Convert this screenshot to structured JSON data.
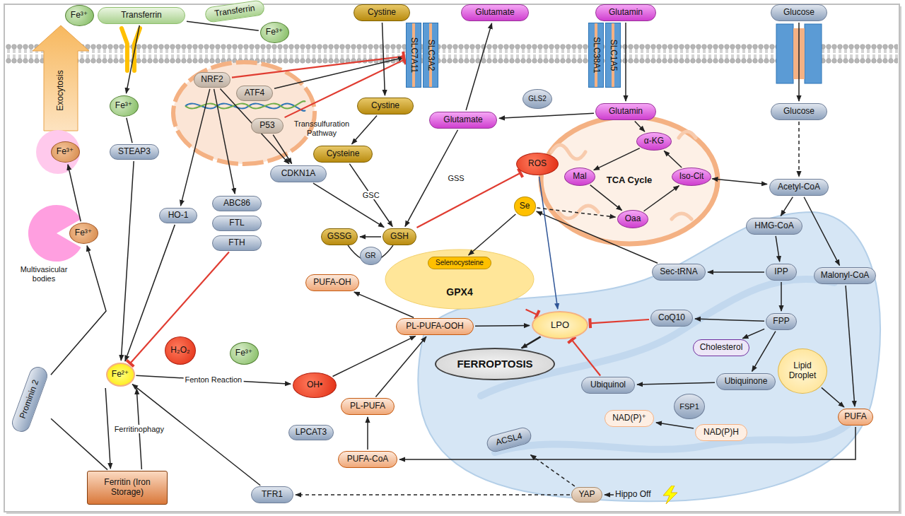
{
  "diagram": {
    "nodes": [
      {
        "text": [
          "Fe³⁺"
        ]
      },
      {
        "text": [
          "Transferrin"
        ]
      },
      {
        "text": [
          "Transferrin"
        ]
      },
      {
        "text": [
          "Fe³⁺"
        ]
      },
      {
        "text": [
          "Fe³⁺"
        ]
      },
      {
        "text": [
          "STEAP3"
        ]
      },
      {
        "text": [
          "NRF2"
        ]
      },
      {
        "text": [
          "ATF4"
        ]
      },
      {
        "text": [
          "P53"
        ]
      },
      {
        "text": [
          "HO-1"
        ]
      },
      {
        "text": [
          "ABC86"
        ]
      },
      {
        "text": [
          "FTL"
        ]
      },
      {
        "text": [
          "FTH"
        ]
      },
      {
        "text": [
          "CDKN1A"
        ]
      },
      {
        "text": [
          "Fe²⁺"
        ]
      },
      {
        "text": [
          "H₂O₂"
        ]
      },
      {
        "text": [
          "Fe³⁺"
        ]
      },
      {
        "text": [
          "OH•"
        ]
      },
      {
        "text": [
          "Ferritin (Iron Storage)"
        ]
      },
      {
        "text": [
          "Prominin 2"
        ]
      },
      {
        "text": [
          "Fe³⁺"
        ]
      },
      {
        "text": [
          "Fe³⁺"
        ]
      },
      {
        "text": [
          "TFR1"
        ]
      },
      {
        "text": [
          "Cystine"
        ]
      },
      {
        "text": [
          "Glutamate"
        ]
      },
      {
        "text": [
          "SLC7A11"
        ]
      },
      {
        "text": [
          "SLC3A2"
        ]
      },
      {
        "text": [
          "Cystine"
        ]
      },
      {
        "text": [
          "Cysteine"
        ]
      },
      {
        "text": [
          "Glutamate"
        ]
      },
      {
        "text": [
          "Glutamin"
        ]
      },
      {
        "text": [
          "SLC38A1"
        ]
      },
      {
        "text": [
          "SLC1A5"
        ]
      },
      {
        "text": [
          "Glutamin"
        ]
      },
      {
        "text": [
          "GLS2"
        ]
      },
      {
        "text": [
          "Glucose"
        ]
      },
      {
        "text": [
          "Glucose"
        ]
      },
      {
        "text": [
          "TCA Cycle"
        ]
      },
      {
        "text": [
          "α-KG"
        ],
        "in": 37
      },
      {
        "text": [
          "Mal"
        ],
        "in": 37
      },
      {
        "text": [
          "Oaa"
        ],
        "in": 37
      },
      {
        "text": [
          "Iso-Cit"
        ],
        "in": 37
      },
      {
        "text": [
          "ROS"
        ]
      },
      {
        "text": [
          "Se"
        ]
      },
      {
        "text": [
          "GR"
        ]
      },
      {
        "text": [
          "GSSG"
        ]
      },
      {
        "text": [
          "GSH"
        ]
      },
      {
        "text": [
          "GPX4"
        ]
      },
      {
        "text": [
          "Selenocysteine"
        ],
        "in": 47
      },
      {
        "text": [
          "PUFA-OH"
        ]
      },
      {
        "text": [
          "PL-PUFA-OOH"
        ]
      },
      {
        "text": [
          "LPO"
        ]
      },
      {
        "text": [
          "FERROPTOSIS"
        ]
      },
      {
        "text": [
          "PL-PUFA"
        ]
      },
      {
        "text": [
          "LPCAT3"
        ]
      },
      {
        "text": [
          "PUFA-CoA"
        ]
      },
      {
        "text": [
          "ACSL4"
        ]
      },
      {
        "text": [
          "YAP"
        ]
      },
      {
        "text": [
          "Hippo Off"
        ]
      },
      {
        "text": [
          "Acetyl-CoA"
        ]
      },
      {
        "text": [
          "HMG-CoA"
        ]
      },
      {
        "text": [
          "IPP"
        ]
      },
      {
        "text": [
          "Sec-tRNA"
        ]
      },
      {
        "text": [
          "FPP"
        ]
      },
      {
        "text": [
          "CoQ10"
        ]
      },
      {
        "text": [
          "Cholesterol"
        ]
      },
      {
        "text": [
          "Ubiquinone"
        ]
      },
      {
        "text": [
          "Ubiquinol"
        ]
      },
      {
        "text": [
          "FSP1"
        ]
      },
      {
        "text": [
          "NAD(P)⁺"
        ]
      },
      {
        "text": [
          "NAD(P)H"
        ]
      },
      {
        "text": [
          "Malonyl-CoA"
        ]
      },
      {
        "text": [
          "Lipid Droplet"
        ]
      },
      {
        "text": [
          "PUFA"
        ]
      }
    ],
    "edges": [
      {
        "from": 3,
        "to": 1,
        "arrow": "none"
      },
      {
        "from": 1,
        "to": 4,
        "arrow": "to"
      },
      {
        "from": 4,
        "to": 5,
        "arrow": "none"
      },
      {
        "from": 5,
        "to": 14,
        "arrow": "to"
      },
      {
        "from": 9,
        "to": 14,
        "arrow": "to"
      },
      {
        "from": 6,
        "to": 9,
        "arrow": "to"
      },
      {
        "from": 6,
        "to": 10,
        "arrow": "to"
      },
      {
        "from": 6,
        "to": 13,
        "arrow": "to"
      },
      {
        "from": 8,
        "to": 13,
        "arrow": "to"
      },
      {
        "from": 6,
        "to": 25,
        "arrow": "to"
      },
      {
        "from": 7,
        "to": 25,
        "arrow": "to"
      },
      {
        "from": 8,
        "to": 25,
        "arrow": "to"
      },
      {
        "from": 12,
        "to": 14,
        "arrow": "to"
      },
      {
        "from": 14,
        "to": 18,
        "arrow": "to"
      },
      {
        "from": 18,
        "to": 14,
        "arrow": "to",
        "label": "Ferritinophagy"
      },
      {
        "from": 18,
        "to": 19,
        "arrow": "none"
      },
      {
        "from": 19,
        "to": 20,
        "arrow": "to"
      },
      {
        "from": 20,
        "to": 21,
        "arrow": "to"
      },
      {
        "from": 22,
        "to": 14,
        "arrow": "to"
      },
      {
        "from": 14,
        "to": 17,
        "arrow": "to",
        "label": "Fenton Reaction"
      },
      {
        "from": 17,
        "to": 50,
        "arrow": "to"
      },
      {
        "from": 23,
        "to": 27,
        "arrow": "to"
      },
      {
        "from": 29,
        "to": 24,
        "arrow": "to"
      },
      {
        "from": 27,
        "to": 28,
        "arrow": "to"
      },
      {
        "from": 28,
        "to": 46,
        "arrow": "to",
        "label": "GSC"
      },
      {
        "from": 29,
        "to": 46,
        "arrow": "to"
      },
      {
        "from": 13,
        "to": 46,
        "arrow": "to"
      },
      {
        "from": 30,
        "to": 33,
        "arrow": "to"
      },
      {
        "from": 33,
        "to": 29,
        "arrow": "to"
      },
      {
        "from": 33,
        "to": 38,
        "arrow": "to"
      },
      {
        "from": 38,
        "to": 39,
        "arrow": "to"
      },
      {
        "from": 39,
        "to": 40,
        "arrow": "to"
      },
      {
        "from": 40,
        "to": 41,
        "arrow": "to"
      },
      {
        "from": 41,
        "to": 38,
        "arrow": "to"
      },
      {
        "from": 41,
        "to": 59,
        "arrow": "both"
      },
      {
        "from": 35,
        "to": 36,
        "arrow": "to"
      },
      {
        "from": 36,
        "to": 59,
        "arrow": "to"
      },
      {
        "from": 59,
        "to": 60,
        "arrow": "to"
      },
      {
        "from": 60,
        "to": 61,
        "arrow": "to"
      },
      {
        "from": 61,
        "to": 62,
        "arrow": "to"
      },
      {
        "from": 62,
        "to": 43,
        "arrow": "to"
      },
      {
        "from": 61,
        "to": 63,
        "arrow": "to"
      },
      {
        "from": 63,
        "to": 64,
        "arrow": "to"
      },
      {
        "from": 63,
        "to": 65,
        "arrow": "to"
      },
      {
        "from": 63,
        "to": 66,
        "arrow": "to"
      },
      {
        "from": 66,
        "to": 67,
        "arrow": "to"
      },
      {
        "from": 70,
        "to": 69,
        "arrow": "to"
      },
      {
        "from": 59,
        "to": 71,
        "arrow": "to"
      },
      {
        "from": 71,
        "to": 73,
        "arrow": "to"
      },
      {
        "from": 72,
        "to": 73,
        "arrow": "to"
      },
      {
        "from": 73,
        "to": 55,
        "arrow": "to"
      },
      {
        "from": 55,
        "to": 53,
        "arrow": "to"
      },
      {
        "from": 53,
        "to": 50,
        "arrow": "to"
      },
      {
        "from": 50,
        "to": 51,
        "arrow": "to"
      },
      {
        "from": 50,
        "to": 49,
        "arrow": "to"
      },
      {
        "from": 46,
        "to": 45,
        "arrow": "to"
      },
      {
        "from": 46,
        "to": 42,
        "arrow": "to"
      },
      {
        "from": 42,
        "to": 51,
        "arrow": "to"
      },
      {
        "from": 47,
        "to": 51,
        "arrow": "to"
      },
      {
        "from": 64,
        "to": 51,
        "arrow": "to"
      },
      {
        "from": 67,
        "to": 51,
        "arrow": "to"
      },
      {
        "from": 51,
        "to": 52,
        "arrow": "to"
      },
      {
        "from": 43,
        "to": 48,
        "arrow": "to"
      },
      {
        "from": 43,
        "to": 40,
        "arrow": "to"
      },
      {
        "from": 57,
        "to": 56,
        "arrow": "to"
      },
      {
        "from": 57,
        "to": 22,
        "arrow": "to"
      },
      {
        "from": 58,
        "to": 57,
        "arrow": "to"
      }
    ],
    "labels": [
      "Exocytosis",
      "Multivasicular bodies",
      "Transsulfuration Pathway",
      "GSS"
    ]
  }
}
